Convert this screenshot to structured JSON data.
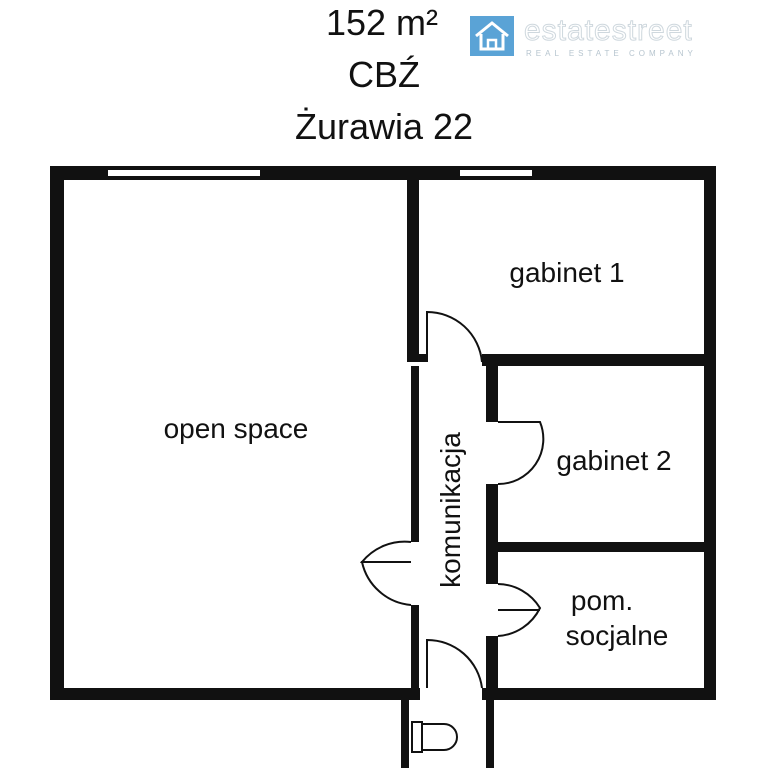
{
  "header": {
    "area": "152 m²",
    "location": "CBŹ",
    "address": "Żurawia 22"
  },
  "logo": {
    "name": "estatestreet",
    "tagline": "REAL ESTATE COMPANY",
    "icon": "house-logo-icon",
    "color": "#5aa3d6"
  },
  "rooms": {
    "open_space": "open space",
    "gabinet_1": "gabinet 1",
    "gabinet_2": "gabinet 2",
    "pom_line1": "pom.",
    "pom_line2": "socjalne",
    "komunikacja": "komunikacja"
  },
  "colors": {
    "wall": "#111111",
    "background": "#ffffff"
  }
}
